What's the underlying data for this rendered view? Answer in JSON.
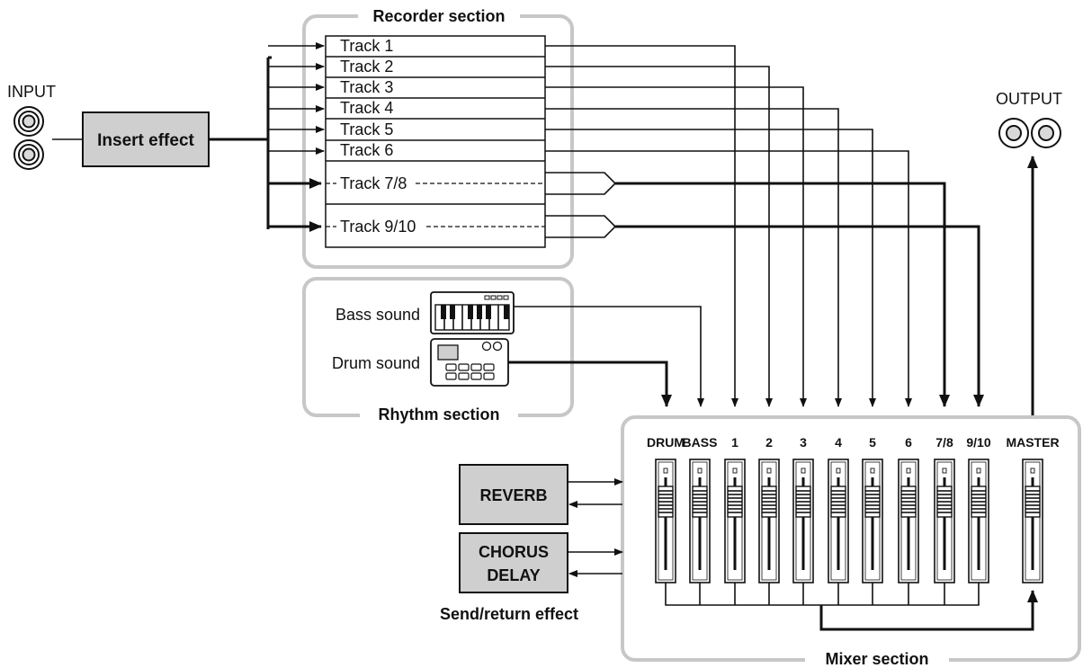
{
  "input_label": "INPUT",
  "output_label": "OUTPUT",
  "insert_effect_label": "Insert effect",
  "recorder": {
    "title": "Recorder section",
    "tracks": [
      "Track 1",
      "Track 2",
      "Track 3",
      "Track 4",
      "Track 5",
      "Track 6"
    ],
    "stereo_tracks": [
      "Track 7/8",
      "Track 9/10"
    ]
  },
  "rhythm": {
    "title": "Rhythm section",
    "bass_label": "Bass sound",
    "drum_label": "Drum sound"
  },
  "mixer": {
    "title": "Mixer section",
    "channels": [
      "DRUM",
      "BASS",
      "1",
      "2",
      "3",
      "4",
      "5",
      "6",
      "7/8",
      "9/10"
    ],
    "master_label": "MASTER"
  },
  "effects": {
    "reverb_label": "REVERB",
    "chorus_label_line1": "CHORUS",
    "chorus_label_line2": "DELAY",
    "send_return_label": "Send/return effect"
  },
  "colors": {
    "section_border": "#c7c7c7",
    "effect_fill": "#cfcfcf",
    "line": "#111111"
  }
}
